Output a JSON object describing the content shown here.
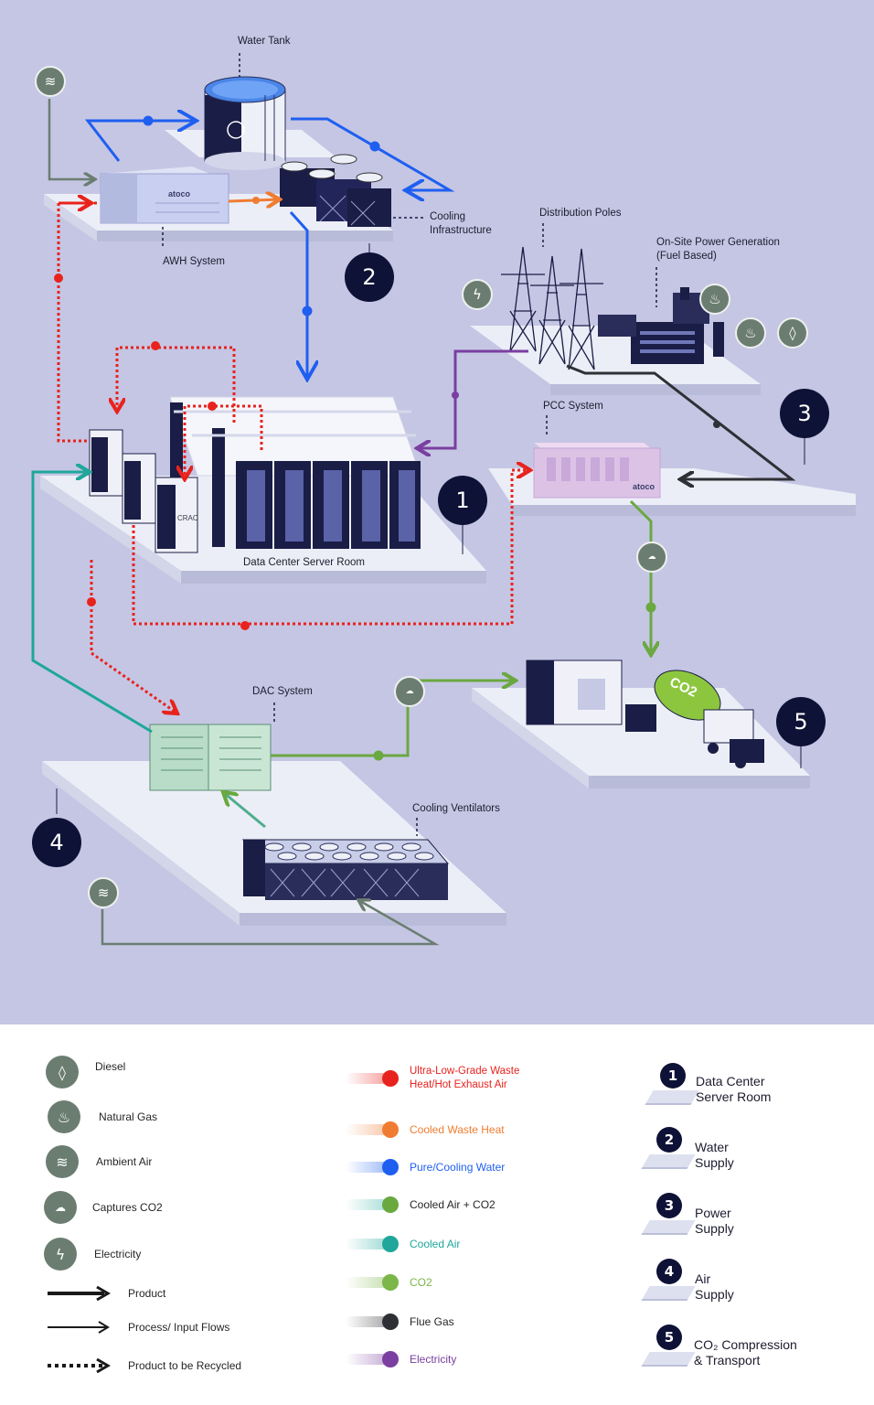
{
  "diagram": {
    "labels": {
      "water_tank": "Water Tank",
      "cooling_infrastructure": "Cooling\nInfrastructure",
      "awh_system": "AWH System",
      "distribution_poles": "Distribution Poles",
      "onsite_power": "On-Site Power Generation\n(Fuel Based)",
      "pcc_system": "PCC System",
      "data_center": "Data Center Server Room",
      "dac_system": "DAC System",
      "cooling_ventilators": "Cooling Ventilators"
    },
    "brand_text": "atoco",
    "crac_label": "CRAC",
    "badges": [
      "1",
      "2",
      "3",
      "4",
      "5"
    ],
    "co2_text": "CO2",
    "colors": {
      "waste_heat": "#e8231d",
      "cooled_waste_heat": "#f07c32",
      "water": "#1f5ff0",
      "cooled_air_co2": "#6aa840",
      "cooled_air": "#1ea79a",
      "co2": "#7ab648",
      "flue_gas": "#2f3035",
      "electricity": "#7a3fa0",
      "ambient": "#6b7d71",
      "badge": "#0e1236"
    }
  },
  "legend": {
    "icons": [
      {
        "icon": "droplet-icon",
        "label": "Diesel"
      },
      {
        "icon": "flame-icon",
        "label": "Natural Gas"
      },
      {
        "icon": "wind-icon",
        "label": "Ambient Air"
      },
      {
        "icon": "co2-cloud-icon",
        "label": "Captures CO2"
      },
      {
        "icon": "lightning-icon",
        "label": "Electricity"
      }
    ],
    "arrows": [
      {
        "style": "thick",
        "label": "Product"
      },
      {
        "style": "thin",
        "label": "Process/ Input Flows"
      },
      {
        "style": "dotted",
        "label": "Product to be Recycled"
      }
    ],
    "flows": [
      {
        "label": "Ultra-Low-Grade Waste\nHeat/Hot Exhaust Air",
        "color": "#e8231d",
        "text_color": "#e8231d"
      },
      {
        "label": "Cooled Waste Heat",
        "color": "#f07c32",
        "text_color": "#f07c32"
      },
      {
        "label": "Pure/Cooling Water",
        "color": "#1f5ff0",
        "text_color": "#1f5ff0"
      },
      {
        "label": "Cooled Air + CO2",
        "color": "#6aa840",
        "text_color": "#262626"
      },
      {
        "label": "Cooled Air",
        "color": "#1ea79a",
        "text_color": "#1ea79a"
      },
      {
        "label": "CO2",
        "color": "#7ab648",
        "text_color": "#7ab648"
      },
      {
        "label": "Flue Gas",
        "color": "#2f3035",
        "text_color": "#262626"
      },
      {
        "label": "Electricity",
        "color": "#7a3fa0",
        "text_color": "#7a3fa0"
      }
    ],
    "numbered": [
      {
        "num": "1",
        "label": "Data Center\nServer Room"
      },
      {
        "num": "2",
        "label": "Water\nSupply"
      },
      {
        "num": "3",
        "label": "Power\nSupply"
      },
      {
        "num": "4",
        "label": "Air\nSupply"
      },
      {
        "num": "5",
        "label": "CO₂ Compression\n& Transport"
      }
    ]
  }
}
